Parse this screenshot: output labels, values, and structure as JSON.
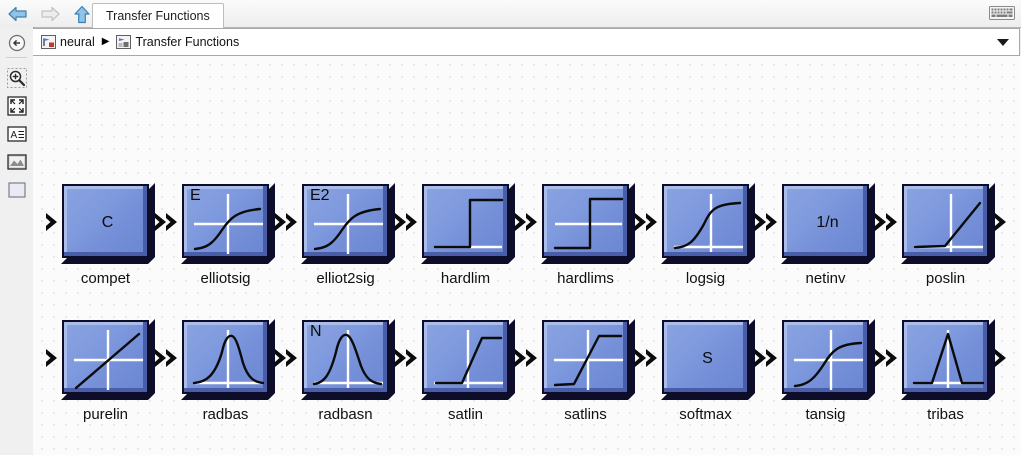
{
  "window": {
    "tab_label": "Transfer Functions",
    "keyboard_icon": "keyboard-icon"
  },
  "nav": {
    "back": "back-arrow-icon",
    "forward": "forward-arrow-icon",
    "up": "up-arrow-icon"
  },
  "rail": {
    "items": [
      {
        "name": "back-to-library-icon",
        "label": ""
      },
      {
        "name": "zoom-in-icon",
        "label": ""
      },
      {
        "name": "fit-to-view-icon",
        "label": ""
      },
      {
        "name": "text-annotation-icon",
        "label": ""
      },
      {
        "name": "image-annotation-icon",
        "label": ""
      },
      {
        "name": "area-annotation-icon",
        "label": ""
      }
    ]
  },
  "breadcrumb": {
    "items": [
      {
        "label": "neural",
        "icon": "library-icon"
      },
      {
        "label": "Transfer Functions",
        "icon": "sublibrary-icon"
      }
    ],
    "separator": "▶",
    "caret": "chevron-down-icon"
  },
  "colors": {
    "block_fill": "#7f9ade",
    "block_border": "#0d0d2a",
    "block_highlight": "#a9bcea",
    "block_shade": "#4a5da8",
    "canvas": "#fbfbfb",
    "curve": "#0b0b0b",
    "axis": "#ffffff"
  },
  "palette": {
    "rows": 2,
    "cols": 8,
    "blocks": [
      {
        "name": "compet",
        "label": "compet",
        "glyph": "C",
        "corner": "",
        "graph": "none"
      },
      {
        "name": "elliotsig",
        "label": "elliotsig",
        "glyph": "",
        "corner": "E",
        "graph": "sigmoid"
      },
      {
        "name": "elliot2sig",
        "label": "elliot2sig",
        "glyph": "",
        "corner": "E2",
        "graph": "sigmoid"
      },
      {
        "name": "hardlim",
        "label": "hardlim",
        "glyph": "",
        "corner": "",
        "graph": "step"
      },
      {
        "name": "hardlims",
        "label": "hardlims",
        "glyph": "",
        "corner": "",
        "graph": "stepsym"
      },
      {
        "name": "logsig",
        "label": "logsig",
        "glyph": "",
        "corner": "",
        "graph": "logsig"
      },
      {
        "name": "netinv",
        "label": "netinv",
        "glyph": "1/n",
        "corner": "",
        "graph": "none"
      },
      {
        "name": "poslin",
        "label": "poslin",
        "glyph": "",
        "corner": "",
        "graph": "poslin"
      },
      {
        "name": "purelin",
        "label": "purelin",
        "glyph": "",
        "corner": "",
        "graph": "purelin"
      },
      {
        "name": "radbas",
        "label": "radbas",
        "glyph": "",
        "corner": "",
        "graph": "radbas"
      },
      {
        "name": "radbasn",
        "label": "radbasn",
        "glyph": "",
        "corner": "N",
        "graph": "radbasn"
      },
      {
        "name": "satlin",
        "label": "satlin",
        "glyph": "",
        "corner": "",
        "graph": "satlin"
      },
      {
        "name": "satlins",
        "label": "satlins",
        "glyph": "",
        "corner": "",
        "graph": "satlins"
      },
      {
        "name": "softmax",
        "label": "softmax",
        "glyph": "S",
        "corner": "",
        "graph": "none"
      },
      {
        "name": "tansig",
        "label": "tansig",
        "glyph": "",
        "corner": "",
        "graph": "tansig"
      },
      {
        "name": "tribas",
        "label": "tribas",
        "glyph": "",
        "corner": "",
        "graph": "tribas"
      }
    ]
  }
}
